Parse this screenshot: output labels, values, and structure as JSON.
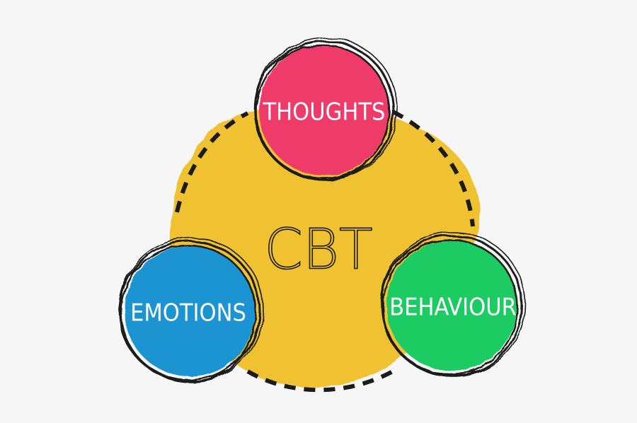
{
  "diagram": {
    "center": {
      "label": "CBT"
    },
    "nodes": [
      {
        "id": "thoughts",
        "label": "THOUGHTS",
        "color": "#ef3a6b"
      },
      {
        "id": "emotions",
        "label": "EMOTIONS",
        "color": "#1f94d2"
      },
      {
        "id": "behaviour",
        "label": "BEHAVIOUR",
        "color": "#1fcc63"
      }
    ],
    "colors": {
      "hub": "#f0c233",
      "outline": "#1b1b1b",
      "background": "#f6f6f6"
    }
  }
}
